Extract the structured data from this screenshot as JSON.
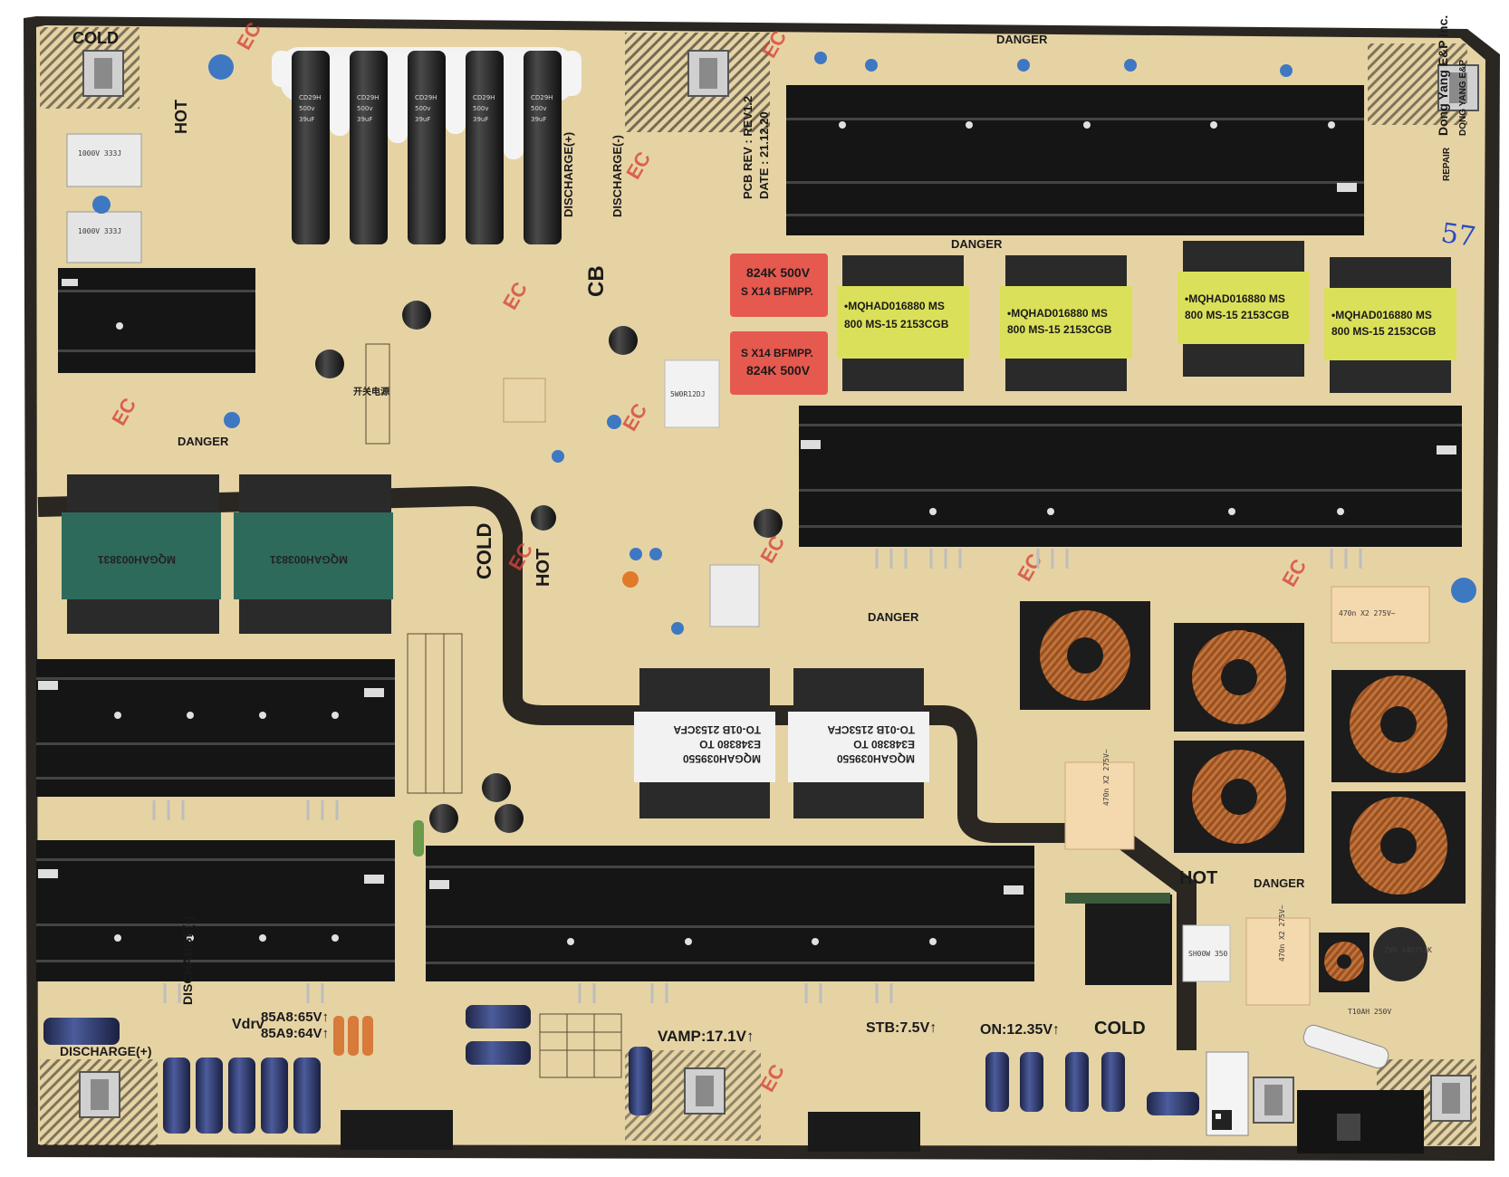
{
  "colors": {
    "pcb": "#e6d3a4",
    "heatsink": "#151515",
    "trace": "#2a2622",
    "transformer_core": "#2a2a2a",
    "green_tape": "#2e6a5c",
    "yellow_tape": "#dbe05a",
    "red_cap": "#e5594f",
    "toroid_copper": "#c0743a",
    "electrolytic": "#2b3354"
  },
  "board": {
    "cold_top_left": "COLD",
    "hot_left": "HOT",
    "cb_label": "CB",
    "discharge_plus": "DISCHARGE(+)",
    "discharge_minus": "DISCHARGE(-)",
    "danger": "DANGER",
    "pcb_rev_line": "PCB REV : REV1.2",
    "date_line": "DATE : 21.12.20",
    "maker_line": "Dong Yang E&P Inc.",
    "maker_line_cn": "DONG YANG E&P",
    "cold_mid": "COLD",
    "hot_mid": "HOT",
    "hot_right": "HOT",
    "cold_bottom": "COLD",
    "repair": "REPAIR",
    "handwritten": "57",
    "switch_cn": "开关电源"
  },
  "caps": {
    "red_top": "824K 500V",
    "red_top_2": "S X14 BFMPP.",
    "red_bottom": "824K 500V",
    "red_bottom_2": "S X14 BFMPP.",
    "white_res": "5W0R12DJ"
  },
  "transformers": {
    "yellow_1_a": "•MQHAD016880   MS",
    "yellow_1_b": "800  MS-15  2153CGB",
    "yellow_2_a": "•MQHAD016880   MS",
    "yellow_2_b": "800  MS-15  2153CGB",
    "yellow_3_a": "•MQHAD016880   MS",
    "yellow_3_b": "800  MS-15  2153CGB",
    "yellow_4_a": "•MQHAD016880   MS",
    "yellow_4_b": "800  MS-15  2153CGB",
    "green_1": "MQGAH003831",
    "green_2": "MQGAH003831",
    "white_1_a": "MQGAH039550",
    "white_1_b": "E348380  TO",
    "white_1_c": "TO-01B  2153CFA",
    "white_2_a": "MQGAH039550",
    "white_2_b": "E348380  TO",
    "white_2_c": "TO-01B  2153CFA"
  },
  "voltages": {
    "vdrv": "Vdrv",
    "vdrv_a": "85A8:65V↑",
    "vdrv_b": "85A9:64V↑",
    "vamp": "VAMP:17.1V↑",
    "stb": "STB:7.5V↑",
    "on": "ON:12.35V↑"
  },
  "misc": {
    "cap_1000v": "1000V 333J",
    "cap_1500v": "1000V 333J",
    "orange_cap_right": "470n X2 275V~",
    "orange_cap_mid": "470n X2 275V~",
    "orange_cap_bottom": "470n X2 275V~",
    "varistor": "ZVR 14D751K",
    "fuse": "T10AH 250V",
    "res_white": "SH00W 350"
  }
}
